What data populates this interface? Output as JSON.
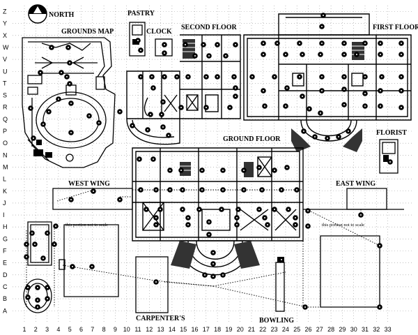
{
  "compass": {
    "label": "NORTH",
    "icon": "north-arrow-icon"
  },
  "grid": {
    "rows": [
      "Z",
      "Y",
      "X",
      "W",
      "V",
      "U",
      "T",
      "S",
      "R",
      "Q",
      "P",
      "O",
      "N",
      "M",
      "L",
      "K",
      "J",
      "I",
      "H",
      "G",
      "F",
      "E",
      "D",
      "C",
      "B",
      "A"
    ],
    "columns": [
      "1",
      "2",
      "3",
      "4",
      "5",
      "6",
      "7",
      "8",
      "9",
      "10",
      "11",
      "12",
      "13",
      "14",
      "15",
      "16",
      "17",
      "18",
      "19",
      "20",
      "21",
      "22",
      "23",
      "24",
      "25",
      "26",
      "27",
      "28",
      "29",
      "30",
      "31",
      "32",
      "33"
    ]
  },
  "regions": {
    "grounds_map": "GROUNDS MAP",
    "pastry": "PASTRY",
    "clock": "CLOCK",
    "second_floor": "SECOND FLOOR",
    "first_floor": "FIRST FLOOR",
    "florist": "FLORIST",
    "ground_floor": "GROUND FLOOR",
    "west_wing": "WEST WING",
    "east_wing": "EAST WING",
    "carpenters": "CARPENTER'S",
    "bowling": "BOWLING"
  },
  "notes": {
    "west_scale": "this portion not to scale",
    "east_scale": "this portion not to scale"
  },
  "colors": {
    "ink": "#000000",
    "paper": "#ffffff",
    "grid": "#9a9a9a",
    "wall": "#2a2a2a"
  }
}
